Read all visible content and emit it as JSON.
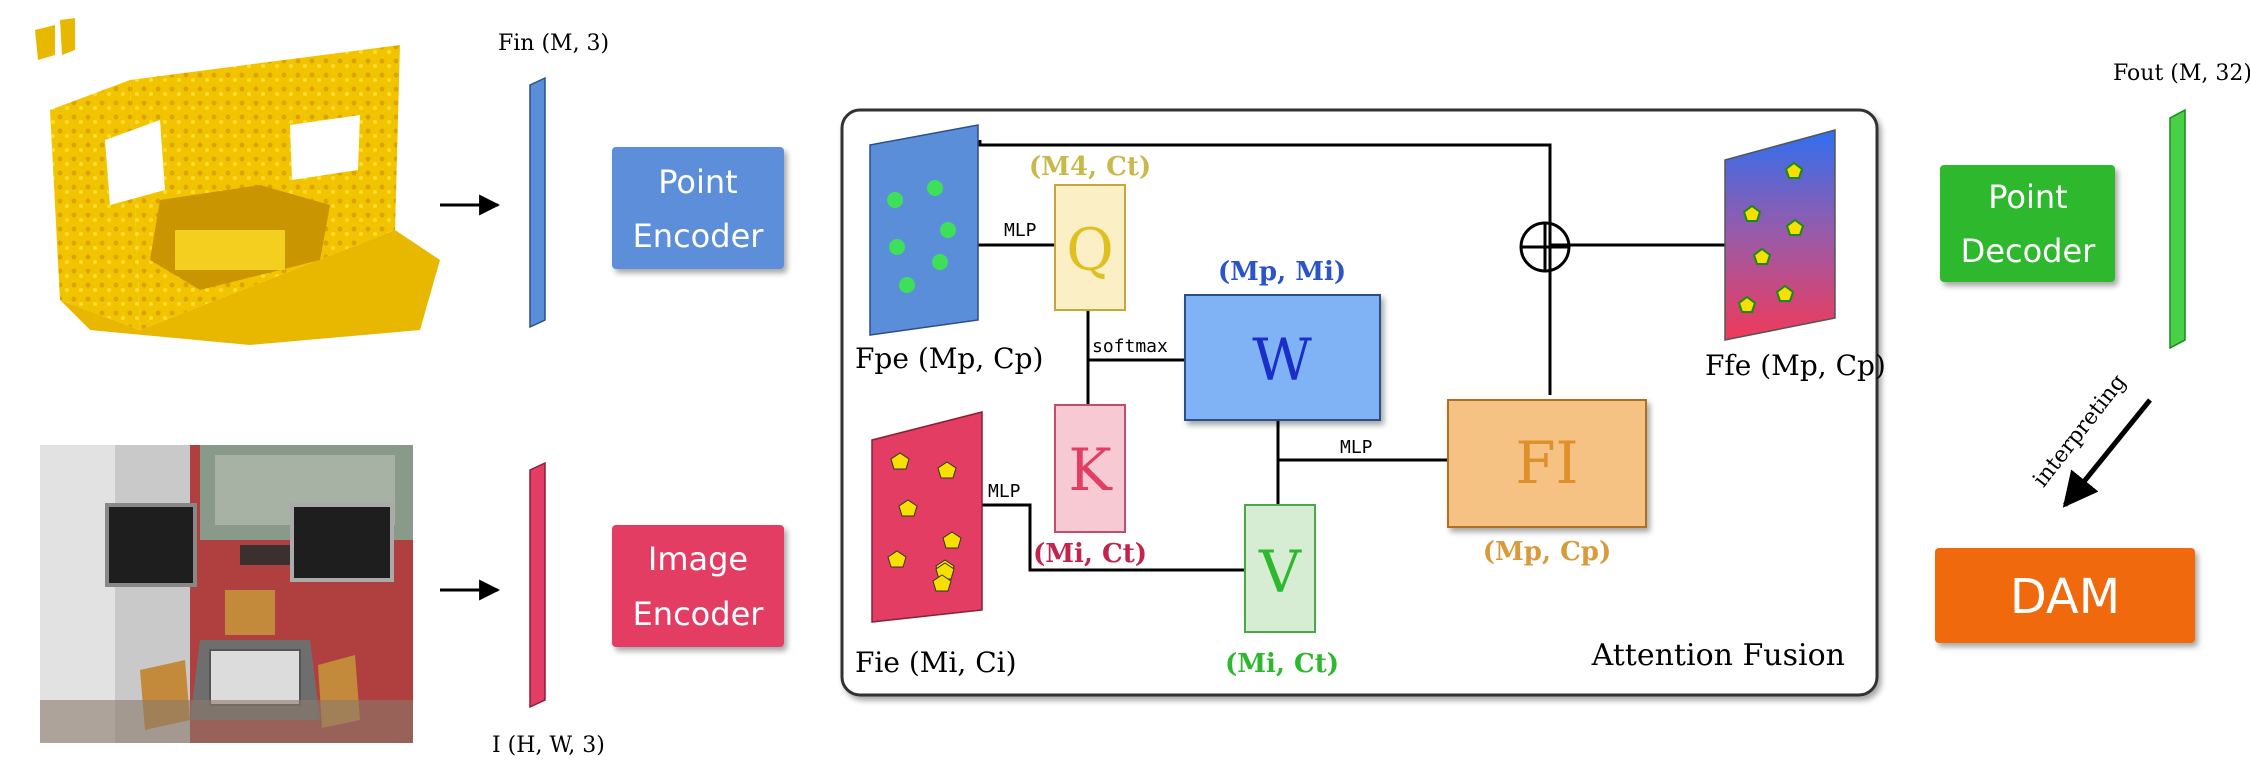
{
  "inputs": {
    "point_cloud_shape": "Fin (M, 3)",
    "image_shape": "I (H, W, 3)"
  },
  "encoders": {
    "point_encoder": [
      "Point",
      "Encoder"
    ],
    "image_encoder": [
      "Image",
      "Encoder"
    ]
  },
  "fusion": {
    "title": "Attention Fusion",
    "fpe_label": "Fpe (Mp, Cp)",
    "fie_label": "Fie (Mi, Ci)",
    "ffe_label": "Ffe (Mp, Cp)",
    "q_box": "Q",
    "q_shape": "(M4, Ct)",
    "k_box": "K",
    "k_shape": "(Mi, Ct)",
    "v_box": "V",
    "v_shape": "(Mi, Ct)",
    "w_box": "W",
    "w_shape": "(Mp, Mi)",
    "fi_box": "FI",
    "fi_shape": "(Mp, Cp)",
    "mlp_q": "MLP",
    "mlp_k": "MLP",
    "mlp_fi": "MLP",
    "softmax": "softmax"
  },
  "outputs": {
    "output_shape": "Fout (M, 32)",
    "point_decoder": [
      "Point",
      "Decoder"
    ],
    "interpreting": "interpreting",
    "dam": "DAM"
  },
  "colors": {
    "point_encoder": "#5b8ed9",
    "image_encoder": "#e33d63",
    "point_decoder": "#2eb82e",
    "dam": "#f06a10",
    "q_box": "#fbefc6",
    "k_box": "#f7c9d3",
    "v_box": "#d6ecd3",
    "w_box": "#7fb3f5",
    "fi_box": "#f5c283"
  }
}
